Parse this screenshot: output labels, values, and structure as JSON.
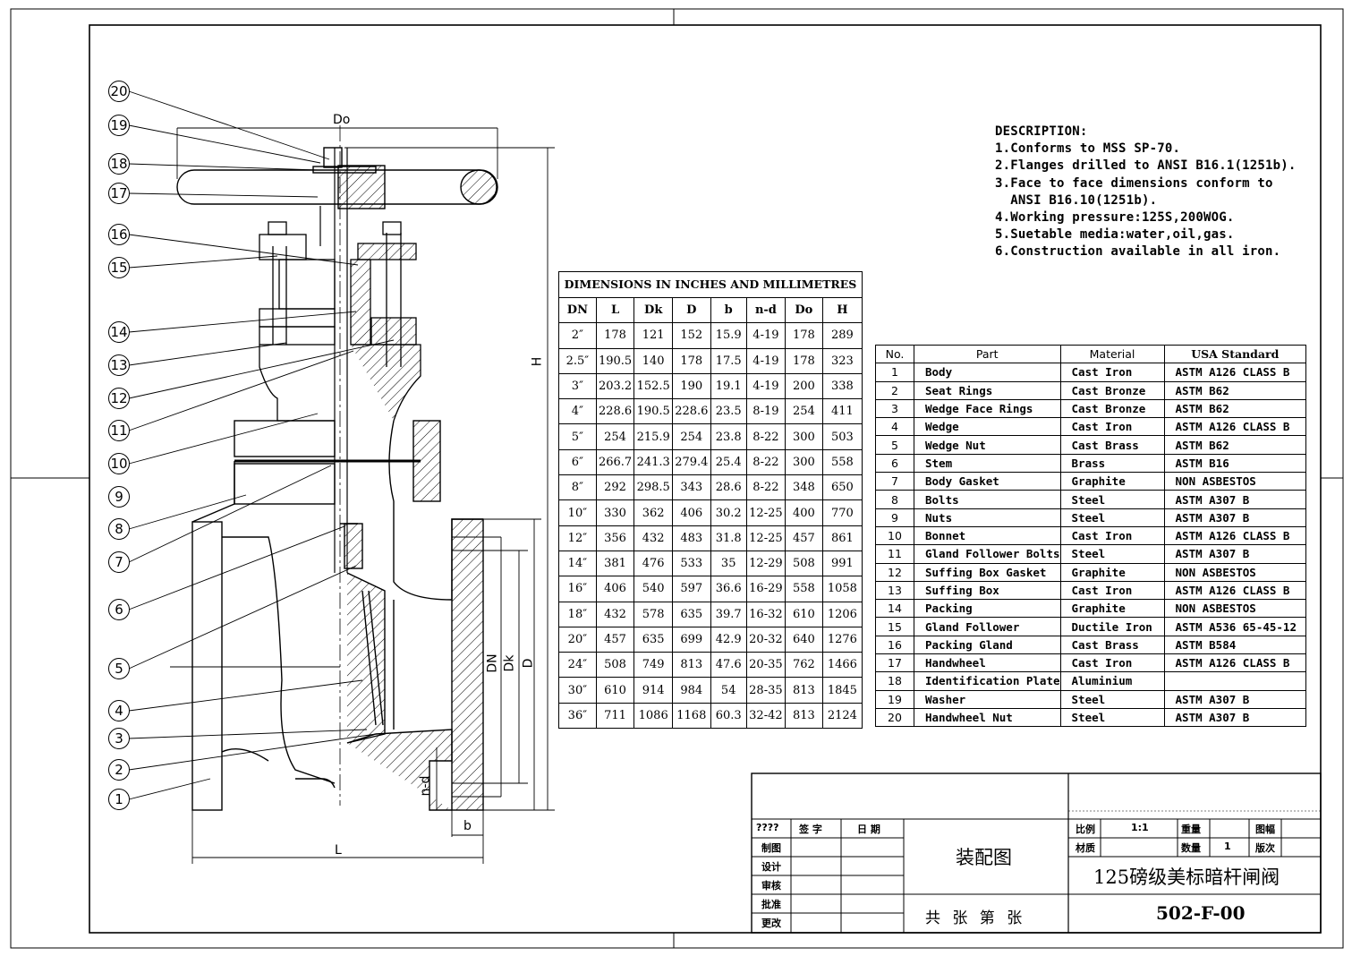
{
  "description": {
    "heading": "DESCRIPTION:",
    "items": [
      "1.Conforms to MSS SP-70.",
      "2.Flanges drilled to ANSI B16.1(1251b).",
      "3.Face to face dimensions conform to",
      "  ANSI B16.10(1251b).",
      "4.Working pressure:125S,200WOG.",
      "5.Suetable media:water,oil,gas.",
      "6.Construction available in all iron."
    ]
  },
  "dimensions_table": {
    "title": "DIMENSIONS IN INCHES AND MILLIMETRES",
    "headers": [
      "DN",
      "L",
      "Dk",
      "D",
      "b",
      "n-d",
      "Do",
      "H"
    ],
    "rows": [
      [
        "2″",
        "178",
        "121",
        "152",
        "15.9",
        "4-19",
        "178",
        "289"
      ],
      [
        "2.5″",
        "190.5",
        "140",
        "178",
        "17.5",
        "4-19",
        "178",
        "323"
      ],
      [
        "3″",
        "203.2",
        "152.5",
        "190",
        "19.1",
        "4-19",
        "200",
        "338"
      ],
      [
        "4″",
        "228.6",
        "190.5",
        "228.6",
        "23.5",
        "8-19",
        "254",
        "411"
      ],
      [
        "5″",
        "254",
        "215.9",
        "254",
        "23.8",
        "8-22",
        "300",
        "503"
      ],
      [
        "6″",
        "266.7",
        "241.3",
        "279.4",
        "25.4",
        "8-22",
        "300",
        "558"
      ],
      [
        "8″",
        "292",
        "298.5",
        "343",
        "28.6",
        "8-22",
        "348",
        "650"
      ],
      [
        "10″",
        "330",
        "362",
        "406",
        "30.2",
        "12-25",
        "400",
        "770"
      ],
      [
        "12″",
        "356",
        "432",
        "483",
        "31.8",
        "12-25",
        "457",
        "861"
      ],
      [
        "14″",
        "381",
        "476",
        "533",
        "35",
        "12-29",
        "508",
        "991"
      ],
      [
        "16″",
        "406",
        "540",
        "597",
        "36.6",
        "16-29",
        "558",
        "1058"
      ],
      [
        "18″",
        "432",
        "578",
        "635",
        "39.7",
        "16-32",
        "610",
        "1206"
      ],
      [
        "20″",
        "457",
        "635",
        "699",
        "42.9",
        "20-32",
        "640",
        "1276"
      ],
      [
        "24″",
        "508",
        "749",
        "813",
        "47.6",
        "20-35",
        "762",
        "1466"
      ],
      [
        "30″",
        "610",
        "914",
        "984",
        "54",
        "28-35",
        "813",
        "1845"
      ],
      [
        "36″",
        "711",
        "1086",
        "1168",
        "60.3",
        "32-42",
        "813",
        "2124"
      ]
    ]
  },
  "parts_table": {
    "headers": [
      "No.",
      "Part",
      "Material",
      "USA Standard"
    ],
    "rows": [
      [
        "1",
        "Body",
        "Cast Iron",
        "ASTM A126 CLASS B"
      ],
      [
        "2",
        "Seat Rings",
        "Cast Bronze",
        "ASTM B62"
      ],
      [
        "3",
        "Wedge Face Rings",
        "Cast Bronze",
        "ASTM B62"
      ],
      [
        "4",
        "Wedge",
        "Cast Iron",
        "ASTM A126 CLASS B"
      ],
      [
        "5",
        "Wedge Nut",
        "Cast Brass",
        "ASTM B62"
      ],
      [
        "6",
        "Stem",
        "Brass",
        "ASTM B16"
      ],
      [
        "7",
        "Body Gasket",
        "Graphite",
        "NON ASBESTOS"
      ],
      [
        "8",
        "Bolts",
        "Steel",
        "ASTM A307 B"
      ],
      [
        "9",
        "Nuts",
        "Steel",
        "ASTM A307 B"
      ],
      [
        "10",
        "Bonnet",
        "Cast Iron",
        "ASTM A126 CLASS B"
      ],
      [
        "11",
        "Gland Follower Bolts",
        "Steel",
        "ASTM A307 B"
      ],
      [
        "12",
        "Suffing Box Gasket",
        "Graphite",
        "NON ASBESTOS"
      ],
      [
        "13",
        "Suffing Box",
        "Cast Iron",
        "ASTM A126 CLASS B"
      ],
      [
        "14",
        "Packing",
        "Graphite",
        "NON ASBESTOS"
      ],
      [
        "15",
        "Gland Follower",
        "Ductile Iron",
        "ASTM A536 65-45-12"
      ],
      [
        "16",
        "Packing Gland",
        "Cast Brass",
        "ASTM B584"
      ],
      [
        "17",
        "Handwheel",
        "Cast Iron",
        "ASTM A126 CLASS B"
      ],
      [
        "18",
        "Identification Plate",
        "Aluminium",
        ""
      ],
      [
        "19",
        "Washer",
        "Steel",
        "ASTM A307 B"
      ],
      [
        "20",
        "Handwheel Nut",
        "Steel",
        "ASTM A307 B"
      ]
    ]
  },
  "title_block": {
    "sign_header": [
      "????",
      "签 字",
      "日 期"
    ],
    "roles": [
      "制图",
      "设计",
      "审核",
      "批准",
      "更改"
    ],
    "drawing_type": "装配图",
    "sheets": "共 张 第 张",
    "ratio_label": "比例",
    "ratio_value": "1:1",
    "weight_label": "重量",
    "format_label": "图幅",
    "material_label": "材质",
    "quantity_label": "数量",
    "quantity_value": "1",
    "version_label": "版次",
    "title": "125磅级美标暗杆闸阀",
    "drawing_no": "502-F-00"
  },
  "drawing_labels": {
    "Do": "Do",
    "H": "H",
    "DN": "DN",
    "Dk": "Dk",
    "D": "D",
    "n_d": "n-d",
    "b": "b",
    "L": "L",
    "callouts": [
      "20",
      "19",
      "18",
      "17",
      "16",
      "15",
      "14",
      "13",
      "12",
      "11",
      "10",
      "9",
      "8",
      "7",
      "6",
      "5",
      "4",
      "3",
      "2",
      "1"
    ]
  }
}
